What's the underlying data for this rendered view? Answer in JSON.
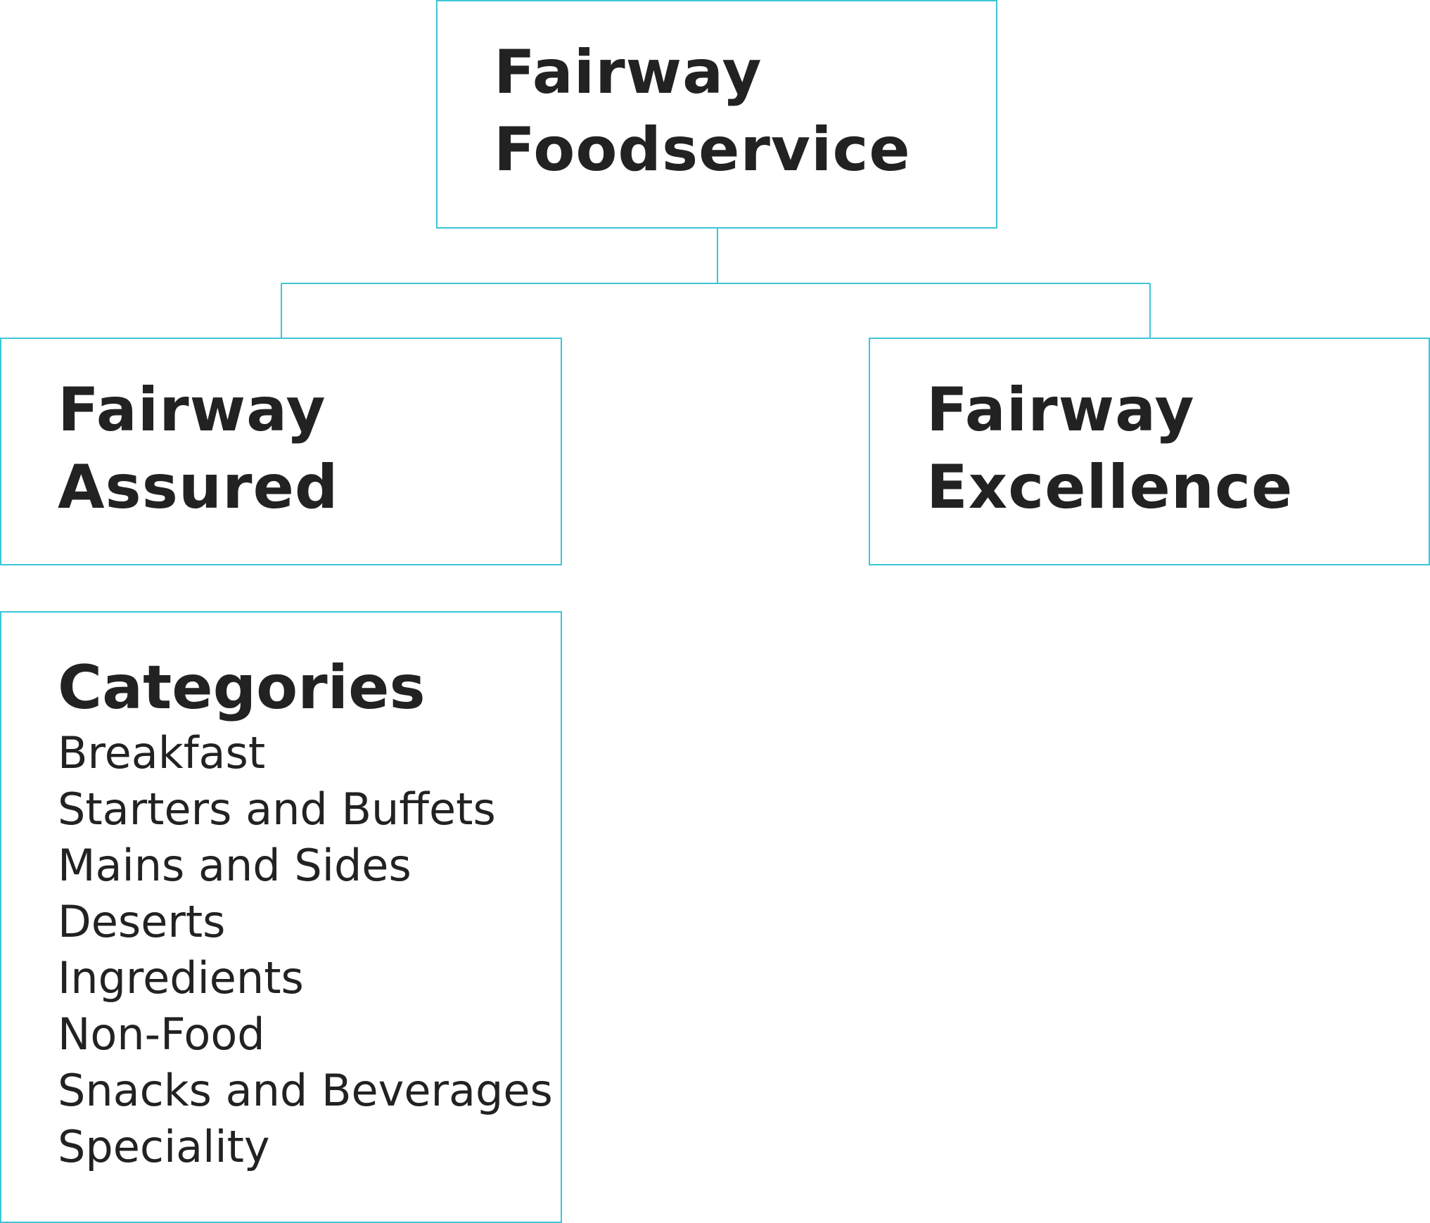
{
  "diagram": {
    "colors": {
      "border": "#3cc6d6",
      "text": "#222222",
      "background": "#ffffff"
    },
    "nodes": {
      "root": {
        "line1": "Fairway",
        "line2": "Foodservice"
      },
      "assured": {
        "line1": "Fairway",
        "line2": "Assured"
      },
      "excellence": {
        "line1": "Fairway",
        "line2": "Excellence"
      }
    },
    "categories": {
      "heading": "Categories",
      "items": [
        "Breakfast",
        "Starters and Buffets",
        "Mains and Sides",
        "Deserts",
        "Ingredients",
        "Non-Food",
        "Snacks and Beverages",
        "Speciality"
      ]
    }
  }
}
